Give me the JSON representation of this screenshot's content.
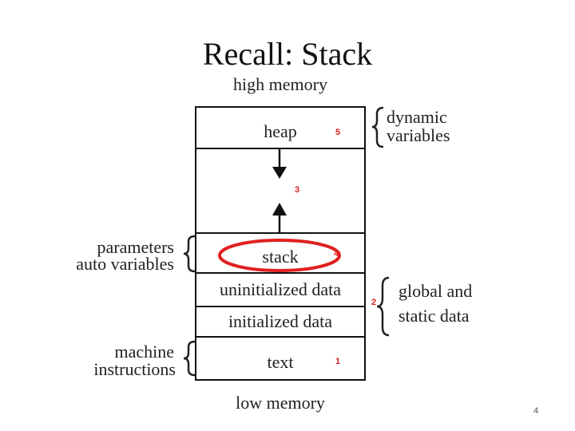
{
  "title": "Recall: Stack",
  "high_memory": "high memory",
  "low_memory": "low memory",
  "segments": {
    "heap": "heap",
    "stack": "stack",
    "uninitialized": "uninitialized data",
    "initialized": "initialized data",
    "text": "text"
  },
  "numbers": {
    "heap": "5",
    "gap": "3",
    "stack": "4",
    "data": "2",
    "text": "1"
  },
  "annotations": {
    "dynamic_line1": "dynamic",
    "dynamic_line2": "variables",
    "params_line1": "parameters",
    "params_line2": "auto variables",
    "global_line1": "global and",
    "global_line2": "static data",
    "machine_line1": "machine",
    "machine_line2": "instructions"
  },
  "colors": {
    "highlight": "#e02020",
    "number": "#e02020",
    "box": "#111111"
  },
  "page_number": "4"
}
